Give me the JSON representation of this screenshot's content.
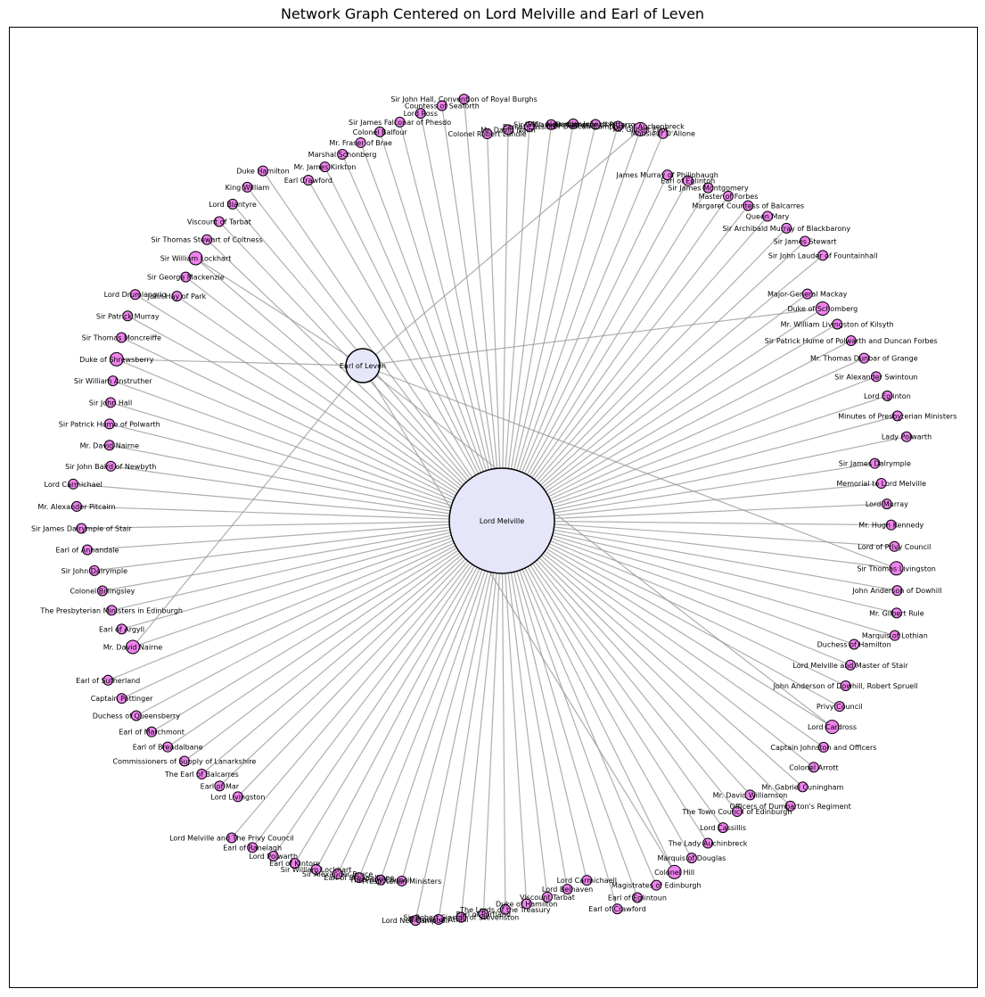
{
  "title": "Network Graph Centered on Lord Melville and Earl of Leven",
  "colors": {
    "background": "#ffffff",
    "frame": "#000000",
    "edge": "#9a9a9a",
    "hub_fill": "#e6e6fa",
    "node_fill": "#ee82ee",
    "node_stroke": "#000000"
  },
  "hubs": [
    {
      "id": "melville",
      "label": "Lord Melville"
    },
    {
      "id": "leven",
      "label": "Earl of Leven"
    }
  ],
  "nodes": [
    {
      "label": "Earl Crawford",
      "links": [
        "melville"
      ]
    },
    {
      "label": "Mr. James Kirkton",
      "links": [
        "melville"
      ]
    },
    {
      "label": "Marshal Schonberg",
      "links": [
        "melville"
      ]
    },
    {
      "label": "Mr. Fraser of Brae",
      "links": [
        "melville"
      ]
    },
    {
      "label": "Colonel Balfour",
      "links": [
        "melville"
      ]
    },
    {
      "label": "Sir James Falconar of Phesdo",
      "links": [
        "melville"
      ]
    },
    {
      "label": "Lord Ross",
      "links": [
        "melville"
      ]
    },
    {
      "label": "Countess of Seaforth",
      "links": [
        "melville"
      ]
    },
    {
      "label": "Sir John Hall, Convention of Royal Burghs",
      "links": [
        "melville"
      ]
    },
    {
      "label": "Colonel Robert Lundie",
      "links": [
        "melville"
      ]
    },
    {
      "label": "Mr. David Nairn",
      "links": [
        "melville"
      ]
    },
    {
      "label": "Earl of Cassillis",
      "links": [
        "melville"
      ]
    },
    {
      "label": "Sir William Anstuther",
      "links": [
        "melville"
      ]
    },
    {
      "label": "Mr. Alexander Johnston",
      "links": [
        "melville"
      ]
    },
    {
      "label": "D. Carnegie of Pittarro",
      "links": [
        "melville"
      ]
    },
    {
      "label": "Sir Duncan Campbell of Auchenbreck",
      "links": [
        "melville"
      ]
    },
    {
      "label": "Mr. Gilbert Eliot",
      "links": [
        "melville",
        "leven"
      ]
    },
    {
      "label": "Monsieur D'Allone",
      "links": [
        "melville"
      ]
    },
    {
      "label": "James Murray of Philiphaugh",
      "links": [
        "melville"
      ]
    },
    {
      "label": "Earl of Eglinton",
      "links": [
        "melville"
      ]
    },
    {
      "label": "Sir James Montgomery",
      "links": [
        "melville"
      ]
    },
    {
      "label": "Master of Forbes",
      "links": [
        "melville"
      ]
    },
    {
      "label": "Margaret Countess of Balcarres",
      "links": [
        "melville"
      ]
    },
    {
      "label": "Queen Mary",
      "links": [
        "melville"
      ]
    },
    {
      "label": "Sir Archibald Murray of Blackbarony",
      "links": [
        "melville"
      ]
    },
    {
      "label": "Sir James Stewart",
      "links": [
        "melville"
      ]
    },
    {
      "label": "Sir John Lauder of Fountainhall",
      "links": [
        "melville"
      ]
    },
    {
      "label": "Major-General Mackay",
      "links": [
        "melville"
      ]
    },
    {
      "label": "Duke of Schomberg",
      "links": [
        "melville",
        "leven"
      ]
    },
    {
      "label": "Mr. William Livingston of Kilsyth",
      "links": [
        "melville"
      ]
    },
    {
      "label": "Sir Patrick Hume of Polwarth and Duncan Forbes",
      "links": [
        "melville"
      ]
    },
    {
      "label": "Mr. Thomas Dunbar of Grange",
      "links": [
        "melville"
      ]
    },
    {
      "label": "Sir Alexander Swintoun",
      "links": [
        "melville"
      ]
    },
    {
      "label": "Lord Eglinton",
      "links": [
        "melville"
      ]
    },
    {
      "label": "Minutes of Presbyterian Ministers",
      "links": [
        "melville"
      ]
    },
    {
      "label": "Lady Polwarth",
      "links": [
        "melville"
      ]
    },
    {
      "label": "Sir James Dalrymple",
      "links": [
        "melville"
      ]
    },
    {
      "label": "Memorial to Lord Melville",
      "links": [
        "melville"
      ]
    },
    {
      "label": "Lord Murray",
      "links": [
        "melville"
      ]
    },
    {
      "label": "Mr. Hugh Kennedy",
      "links": [
        "melville"
      ]
    },
    {
      "label": "Lord of Privy Council",
      "links": [
        "melville"
      ]
    },
    {
      "label": "Sir Thomas Livingston",
      "links": [
        "melville",
        "leven"
      ]
    },
    {
      "label": "John Anderson of Dowhill",
      "links": [
        "melville"
      ]
    },
    {
      "label": "Mr. Gilbert Rule",
      "links": [
        "melville"
      ]
    },
    {
      "label": "Marquis of Lothian",
      "links": [
        "melville"
      ]
    },
    {
      "label": "Duchess of Hamilton",
      "links": [
        "melville"
      ]
    },
    {
      "label": "Lord Melville and Master of Stair",
      "links": [
        "melville"
      ]
    },
    {
      "label": "John Anderson of Dowhill, Robert Spruell",
      "links": [
        "melville"
      ]
    },
    {
      "label": "Privy Council",
      "links": [
        "melville"
      ]
    },
    {
      "label": "Lord Cardross",
      "links": [
        "melville",
        "leven"
      ]
    },
    {
      "label": "Captain Johnston and Officers",
      "links": [
        "melville"
      ]
    },
    {
      "label": "Colonel Arrott",
      "links": [
        "melville"
      ]
    },
    {
      "label": "Mr. Gabriel Cuningham",
      "links": [
        "melville"
      ]
    },
    {
      "label": "Officers of Dumbarton's Regiment",
      "links": [
        "melville"
      ]
    },
    {
      "label": "Mr. David Williamson",
      "links": [
        "melville"
      ]
    },
    {
      "label": "The Town Council of Edinburgh",
      "links": [
        "melville"
      ]
    },
    {
      "label": "Lord Cassillis",
      "links": [
        "melville"
      ]
    },
    {
      "label": "The Lady Auchinbreck",
      "links": [
        "melville"
      ]
    },
    {
      "label": "Marquis of Douglas",
      "links": [
        "melville"
      ]
    },
    {
      "label": "Colonel Hill",
      "links": [
        "melville",
        "leven"
      ]
    },
    {
      "label": "Magistrates of Edinburgh",
      "links": [
        "melville"
      ]
    },
    {
      "label": "Earl of Eglintoun",
      "links": [
        "melville"
      ]
    },
    {
      "label": "Earl of Crawford",
      "links": [
        "melville"
      ]
    },
    {
      "label": "Lord Carmichaell",
      "links": [
        "melville"
      ]
    },
    {
      "label": "Lord Belhaven",
      "links": [
        "melville"
      ]
    },
    {
      "label": "Viscount Tarbat",
      "links": [
        "melville"
      ]
    },
    {
      "label": "Duke of Hamilton",
      "links": [
        "melville"
      ]
    },
    {
      "label": "The Lords of the Treasury",
      "links": [
        "melville"
      ]
    },
    {
      "label": "Earl of Portland",
      "links": [
        "melville"
      ]
    },
    {
      "label": "Sir Robert Sinclair of Stevenston",
      "links": [
        "melville"
      ]
    },
    {
      "label": "Marquis of Atholl",
      "links": [
        "melville"
      ]
    },
    {
      "label": "Lord Neil Campbell",
      "links": [
        "melville"
      ]
    },
    {
      "label": "Presbyterian Ministers",
      "links": [
        "melville"
      ]
    },
    {
      "label": "The Privy Council",
      "links": [
        "melville"
      ]
    },
    {
      "label": "Earl of Breadalbane",
      "links": [
        "melville"
      ]
    },
    {
      "label": "Sir Alexander Bruce",
      "links": [
        "melville"
      ]
    },
    {
      "label": "Sir William Lockhart",
      "links": [
        "melville"
      ]
    },
    {
      "label": "Earl of Kintore",
      "links": [
        "melville"
      ]
    },
    {
      "label": "Lord Polwarth",
      "links": [
        "melville"
      ]
    },
    {
      "label": "Earl of Ranelagh",
      "links": [
        "melville"
      ]
    },
    {
      "label": "Lord Melville and The Privy Council",
      "links": [
        "melville"
      ]
    },
    {
      "label": "Lord Livingston",
      "links": [
        "melville"
      ]
    },
    {
      "label": "Earl of Mar",
      "links": [
        "melville"
      ]
    },
    {
      "label": "The Earl of Balcarres",
      "links": [
        "melville"
      ]
    },
    {
      "label": "Commissioners of Supply of Lanarkshire",
      "links": [
        "melville"
      ]
    },
    {
      "label": "Earl of Breadalbane",
      "links": [
        "melville"
      ]
    },
    {
      "label": "Earl of Marchmont",
      "links": [
        "melville"
      ]
    },
    {
      "label": "Duchess of Queensberry",
      "links": [
        "melville"
      ]
    },
    {
      "label": "Captain Pottinger",
      "links": [
        "melville"
      ]
    },
    {
      "label": "Earl of Sutherland",
      "links": [
        "melville"
      ]
    },
    {
      "label": "Mr. David Nairne",
      "links": [
        "melville",
        "leven"
      ]
    },
    {
      "label": "Earl of Argyll",
      "links": [
        "melville"
      ]
    },
    {
      "label": "The Presbyterian Ministers in Edinburgh",
      "links": [
        "melville"
      ]
    },
    {
      "label": "Colonel Billingsley",
      "links": [
        "melville"
      ]
    },
    {
      "label": "Sir John Dalrymple",
      "links": [
        "melville"
      ]
    },
    {
      "label": "Earl of Annandale",
      "links": [
        "melville"
      ]
    },
    {
      "label": "Sir James Dalrymple of Stair",
      "links": [
        "melville"
      ]
    },
    {
      "label": "Mr. Alexander Pitcairn",
      "links": [
        "melville"
      ]
    },
    {
      "label": "Lord Carmichael",
      "links": [
        "melville"
      ]
    },
    {
      "label": "Sir John Baird of Newbyth",
      "links": [
        "melville"
      ]
    },
    {
      "label": "Mr. David Nairne",
      "links": [
        "melville"
      ]
    },
    {
      "label": "Sir Patrick Hume of Polwarth",
      "links": [
        "melville"
      ]
    },
    {
      "label": "Sir John Hall",
      "links": [
        "melville"
      ]
    },
    {
      "label": "Sir William Anstruther",
      "links": [
        "melville"
      ]
    },
    {
      "label": "Duke of Shrewsberry",
      "links": [
        "melville",
        "leven"
      ]
    },
    {
      "label": "Sir Thomas Moncreiffe",
      "links": [
        "melville"
      ]
    },
    {
      "label": "Sir Patrick Murray",
      "links": [
        "melville"
      ]
    },
    {
      "label": "Lord Drumlangrig",
      "links": [
        "melville"
      ]
    },
    {
      "label": "John Hay of Park",
      "links": [
        "melville"
      ]
    },
    {
      "label": "Sir George Mackenzie",
      "links": [
        "melville"
      ]
    },
    {
      "label": "Sir William Lockhart",
      "links": [
        "melville",
        "leven"
      ]
    },
    {
      "label": "Sir Thomas Stewart of Coltness",
      "links": [
        "melville"
      ]
    },
    {
      "label": "Viscount of Tarbat",
      "links": [
        "melville"
      ]
    },
    {
      "label": "Lord Blantyre",
      "links": [
        "melville"
      ]
    },
    {
      "label": "King William",
      "links": [
        "melville"
      ]
    },
    {
      "label": "Duke Hamilton",
      "links": [
        "melville"
      ]
    }
  ]
}
